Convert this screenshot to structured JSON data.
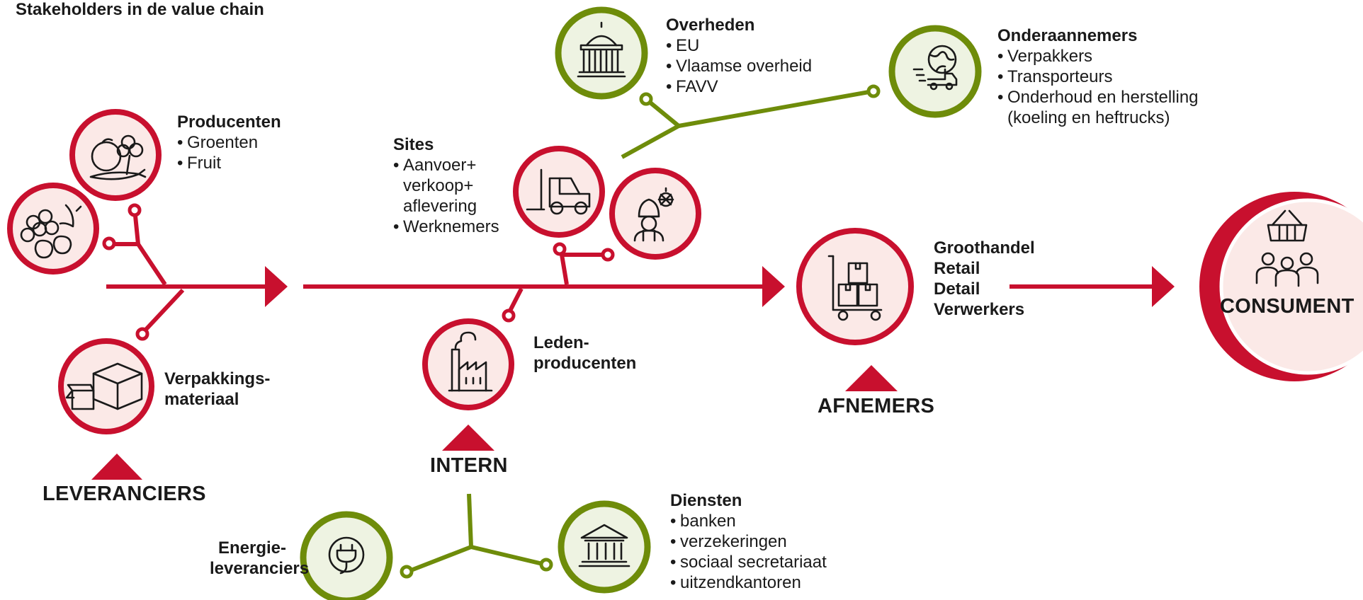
{
  "title": "Stakeholders in de value chain",
  "colors": {
    "red": "#C8102E",
    "green": "#6E8C0A",
    "red_fill": "#FBE9E7",
    "green_fill": "#EEF3E2"
  },
  "producenten": {
    "title": "Producenten",
    "items": [
      "Groenten",
      "Fruit"
    ]
  },
  "verpakking": {
    "line1": "Verpakkings-",
    "line2": "materiaal"
  },
  "leveranciers": {
    "label": "LEVERANCIERS"
  },
  "sites": {
    "title": "Sites",
    "items": [
      "Aanvoer+",
      "verkoop+",
      "aflevering",
      "Werknemers"
    ]
  },
  "leden": {
    "line1": "Leden-",
    "line2": "producenten"
  },
  "intern": {
    "label": "INTERN"
  },
  "overheden": {
    "title": "Overheden",
    "items": [
      "EU",
      "Vlaamse overheid",
      "FAVV"
    ]
  },
  "onderaannemers": {
    "title": "Onderaannemers",
    "items": [
      "Verpakkers",
      "Transporteurs",
      "Onderhoud en herstelling"
    ],
    "continuation": "(koeling en heftrucks)"
  },
  "energie": {
    "line1": "Energie-",
    "line2": "leveranciers"
  },
  "diensten": {
    "title": "Diensten",
    "items": [
      "banken",
      "verzekeringen",
      "sociaal secretariaat",
      "uitzendkantoren"
    ]
  },
  "afnemers_list": {
    "items": [
      "Groothandel",
      "Retail",
      "Detail",
      "Verwerkers"
    ]
  },
  "afnemers": {
    "label": "AFNEMERS"
  },
  "consument": {
    "label": "CONSUMENT"
  },
  "icons": [
    "vegetables-icon",
    "fruit-icon",
    "boxes-icon",
    "forklift-icon",
    "worker-icon",
    "factory-icon",
    "government-building-icon",
    "globe-delivery-truck-icon",
    "power-plug-icon",
    "bank-icon",
    "cart-with-boxes-icon",
    "basket-people-icon"
  ]
}
